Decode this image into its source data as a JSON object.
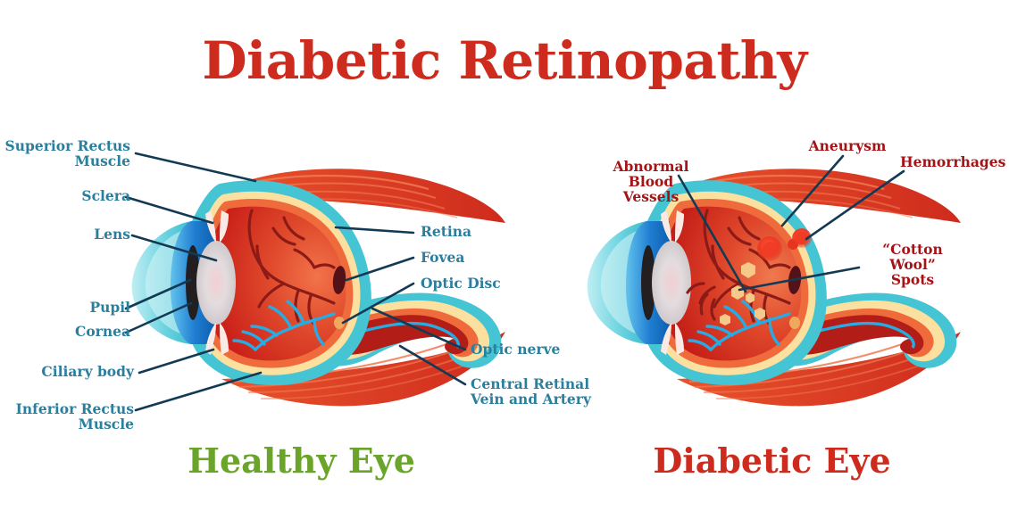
{
  "title": "Diabetic Retinopathy",
  "captions": {
    "healthy": "Healthy Eye",
    "diabetic": "Diabetic Eye"
  },
  "colors": {
    "title_red": "#cc2b1e",
    "label_teal": "#2b7f9e",
    "label_dark_red": "#a51316",
    "caption_green": "#6aa42a",
    "leader_line": "#123a55",
    "sclera_teal": "#45c4d4",
    "retina_cream": "#fbe0a0",
    "choroid_orange": "#ef6b3c",
    "vitreous_red": "#d93a28",
    "artery_dark_red": "#8c1b17",
    "vein_blue": "#29abe2",
    "muscle_orange": "#e8502a",
    "iris_blue": "#1c7fd0",
    "lens_gray": "#d5d0d2",
    "pupil_black": "#231f20",
    "fovea_maroon": "#521218",
    "cotton_wool": "#f5c98a",
    "hemorrhage_red": "#f0402e"
  },
  "healthy_eye": {
    "labels_left": [
      {
        "id": "superior-rectus-muscle",
        "text": "Superior Rectus\nMuscle"
      },
      {
        "id": "sclera",
        "text": "Sclera"
      },
      {
        "id": "lens",
        "text": "Lens"
      },
      {
        "id": "pupil",
        "text": "Pupil"
      },
      {
        "id": "cornea",
        "text": "Cornea"
      },
      {
        "id": "ciliary-body",
        "text": "Ciliary body"
      },
      {
        "id": "inferior-rectus-muscle",
        "text": "Inferior Rectus\nMuscle"
      }
    ],
    "labels_right": [
      {
        "id": "retina",
        "text": "Retina"
      },
      {
        "id": "fovea",
        "text": "Fovea"
      },
      {
        "id": "optic-disc",
        "text": "Optic Disc"
      },
      {
        "id": "optic-nerve",
        "text": "Optic nerve"
      },
      {
        "id": "central-retinal-vein-and-artery",
        "text": "Central Retinal\nVein and Artery"
      }
    ]
  },
  "diabetic_eye": {
    "labels": [
      {
        "id": "abnormal-blood-vessels",
        "text": "Abnormal Blood\nVessels"
      },
      {
        "id": "aneurysm",
        "text": "Aneurysm"
      },
      {
        "id": "hemorrhages",
        "text": "Hemorrhages"
      },
      {
        "id": "cotton-wool-spots",
        "text": "“Cotton Wool”\nSpots"
      }
    ]
  }
}
